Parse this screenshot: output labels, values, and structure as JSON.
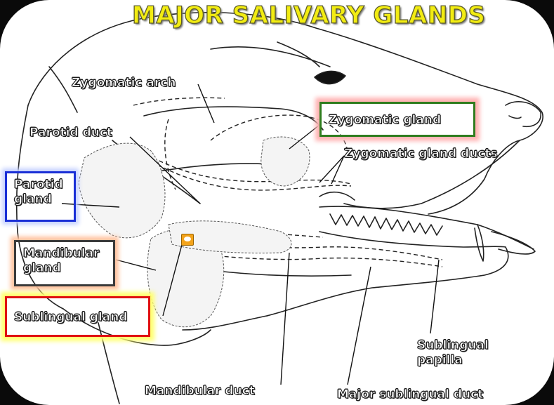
{
  "title": "MAJOR SALIVARY GLANDS",
  "labels": {
    "zygomatic_arch": "Zygomatic arch",
    "parotid_duct": "Parotid duct",
    "zygomatic_gland": "Zygomatic gland",
    "zygomatic_gland_ducts": "Zygomatic gland ducts",
    "parotid_gland": [
      "Parotid",
      "gland"
    ],
    "mandibular_gland": [
      "Mandibular",
      "gland"
    ],
    "sublingual_gland": "Sublingual gland",
    "sublingual_papilla": [
      "Sublingual",
      "papilla"
    ],
    "mandibular_duct": "Mandibular duct",
    "major_sublingual_duct": "Major sublingual duct"
  },
  "box_colors": {
    "zygomatic_gland": {
      "border": "#2f7d1e",
      "glow": "#ff9a9a"
    },
    "parotid_gland": {
      "border": "#1a2fd6",
      "glow": "#b9c8ff"
    },
    "mandibular_gland": {
      "border": "#3a3a3a",
      "glow": "#ffb48a"
    },
    "sublingual_gland": {
      "border": "#e01010",
      "glow": "#ffff60"
    }
  },
  "icons": [
    "comment-note-icon"
  ]
}
